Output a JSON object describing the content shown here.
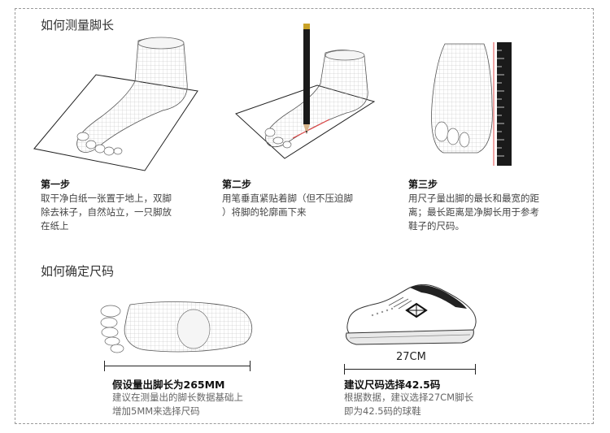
{
  "measure": {
    "title": "如何测量脚长",
    "steps": [
      {
        "title": "第一步",
        "lines": [
          "取干净白纸一张置于地上，双脚",
          "除去袜子，自然站立，一只脚放",
          "在纸上"
        ]
      },
      {
        "title": "第二步",
        "lines": [
          "用笔垂直紧贴着脚（但不压迫脚",
          "）将脚的轮廓画下来"
        ]
      },
      {
        "title": "第三步",
        "lines": [
          "用尺子量出脚的最长和最宽的距",
          "离；最长距离是净脚长用于参考",
          "鞋子的尺码。"
        ]
      }
    ]
  },
  "size": {
    "title": "如何确定尺码",
    "foot": {
      "label": "假设量出脚长为265MM",
      "lines": [
        "建议在测量出的脚长数据基础上",
        "增加5MM来选择尺码"
      ]
    },
    "shoe": {
      "length": "27CM",
      "label": "建议尺码选择42.5码",
      "lines": [
        "根据数据，建议选择27CM脚长",
        "即为42.5码的球鞋"
      ]
    }
  },
  "icons": [
    "foot-on-paper-illustration",
    "pencil-tracing-illustration",
    "ruler-measuring-illustration",
    "foot-top-view-illustration",
    "sneaker-illustration"
  ]
}
